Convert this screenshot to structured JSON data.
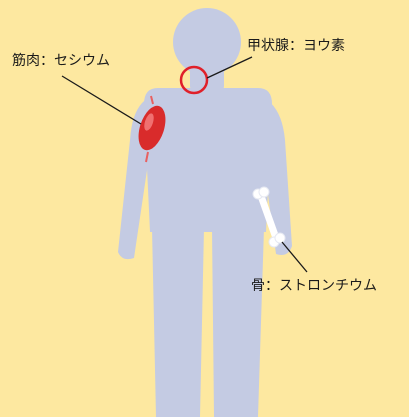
{
  "labels": {
    "muscle": "筋肉：セシウム",
    "thyroid": "甲状腺：ヨウ素",
    "bone": "骨：ストロンチウム"
  },
  "colors": {
    "background": "#fde8a0",
    "body": "#c4cbe3",
    "muscle": "#d92b2b",
    "thyroid_ring": "#e0202a",
    "bone": "#ffffff",
    "leader_line": "#1a1a1a"
  }
}
